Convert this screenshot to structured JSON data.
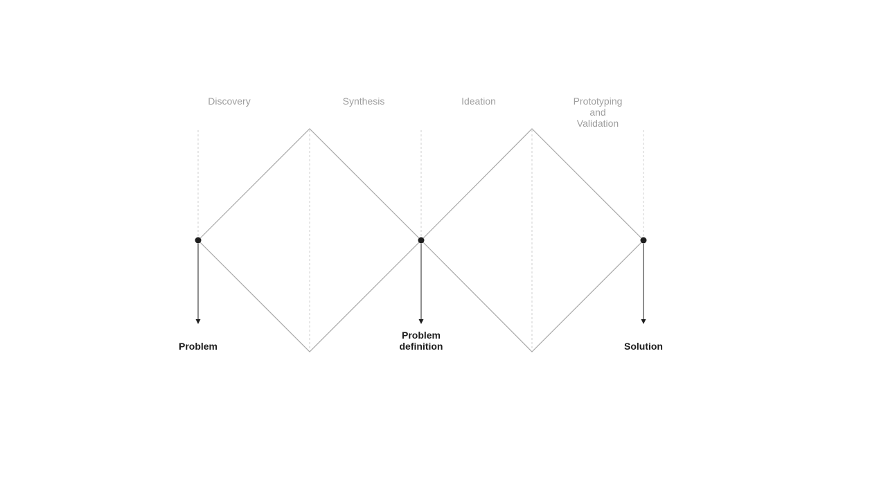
{
  "phases": [
    {
      "lines": [
        "Discovery"
      ]
    },
    {
      "lines": [
        "Synthesis"
      ]
    },
    {
      "lines": [
        "Ideation"
      ]
    },
    {
      "lines": [
        "Prototyping",
        "and",
        "Validation"
      ]
    }
  ],
  "milestones": [
    {
      "lines": [
        "Problem"
      ]
    },
    {
      "lines": [
        "Problem",
        "definition"
      ]
    },
    {
      "lines": [
        "Solution"
      ]
    }
  ],
  "colors": {
    "phase_text": "#9e9e9e",
    "milestone_text": "#1e1e1e",
    "diamond_line": "#a8a8a8",
    "dashed_line": "#cfcfcf",
    "node": "#1e1e1e"
  }
}
